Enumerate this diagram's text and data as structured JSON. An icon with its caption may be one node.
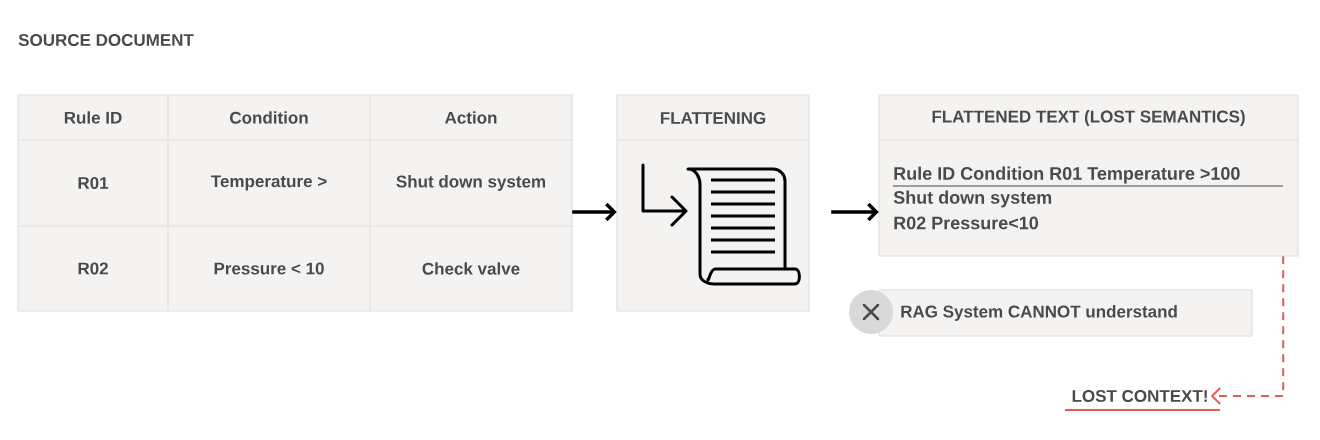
{
  "diagram": {
    "nodes": [
      {
        "text": [
          "SOURCE DOCUMENT"
        ]
      },
      {
        "text": [
          "FLATTENING"
        ]
      },
      {
        "text": [
          "FLATTENED TEXT (LOST SEMANTICS)",
          "Rule ID Condition R01 Temperature >100",
          "Shut down system",
          "R02 Pressure<10"
        ]
      },
      {
        "text": [
          "RAG System CANNOT understand"
        ]
      },
      {
        "text": [
          "LOST CONTEXT!"
        ]
      }
    ],
    "edges": [
      {
        "from": 0,
        "to": 1,
        "arrow": "to"
      },
      {
        "from": 1,
        "to": 2,
        "arrow": "to"
      },
      {
        "from": 2,
        "to": 4,
        "arrow": "to",
        "style": "dashed",
        "color": "#e85a5a"
      }
    ],
    "labels": [
      "Rule ID",
      "Condition",
      "Action",
      "R01",
      "Temperature >",
      "Shut down system",
      "R02",
      "Pressure < 10",
      "Check valve"
    ]
  }
}
